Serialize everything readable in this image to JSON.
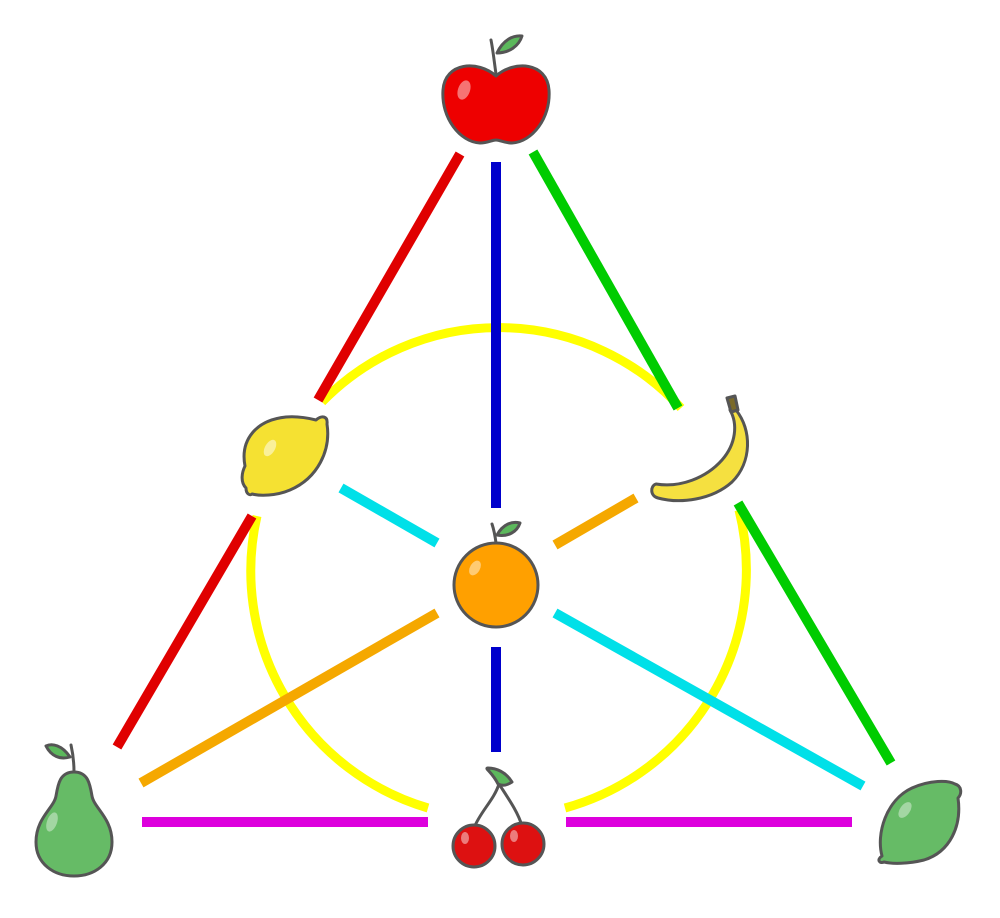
{
  "diagram": {
    "type": "fano-plane",
    "nodes": [
      {
        "id": "apple",
        "icon": "apple-icon",
        "color": "#ee0000"
      },
      {
        "id": "lemon",
        "icon": "lemon-icon",
        "color": "#f5e132"
      },
      {
        "id": "banana",
        "icon": "banana-icon",
        "color": "#f5e040"
      },
      {
        "id": "orange",
        "icon": "orange-icon",
        "color": "#ffa000"
      },
      {
        "id": "pear",
        "icon": "pear-icon",
        "color": "#66bb66"
      },
      {
        "id": "cherry",
        "icon": "cherry-icon",
        "color": "#dd1111"
      },
      {
        "id": "lime",
        "icon": "lime-icon",
        "color": "#66bb66"
      }
    ],
    "lines": [
      {
        "id": "red-line",
        "color": "#e00000",
        "points": [
          "apple",
          "lemon",
          "pear"
        ]
      },
      {
        "id": "green-line",
        "color": "#00cc00",
        "points": [
          "apple",
          "banana",
          "lime"
        ]
      },
      {
        "id": "blue-line",
        "color": "#0000cc",
        "points": [
          "apple",
          "orange",
          "cherry"
        ]
      },
      {
        "id": "magenta-line",
        "color": "#dd00dd",
        "points": [
          "pear",
          "cherry",
          "lime"
        ]
      },
      {
        "id": "cyan-line",
        "color": "#00e0e8",
        "points": [
          "lemon",
          "orange",
          "lime"
        ]
      },
      {
        "id": "orange-line",
        "color": "#f5a800",
        "points": [
          "pear",
          "orange",
          "banana"
        ]
      },
      {
        "id": "yellow-circle",
        "color": "#ffff00",
        "points": [
          "lemon",
          "banana",
          "cherry"
        ]
      }
    ],
    "outline_color": "#555555"
  }
}
